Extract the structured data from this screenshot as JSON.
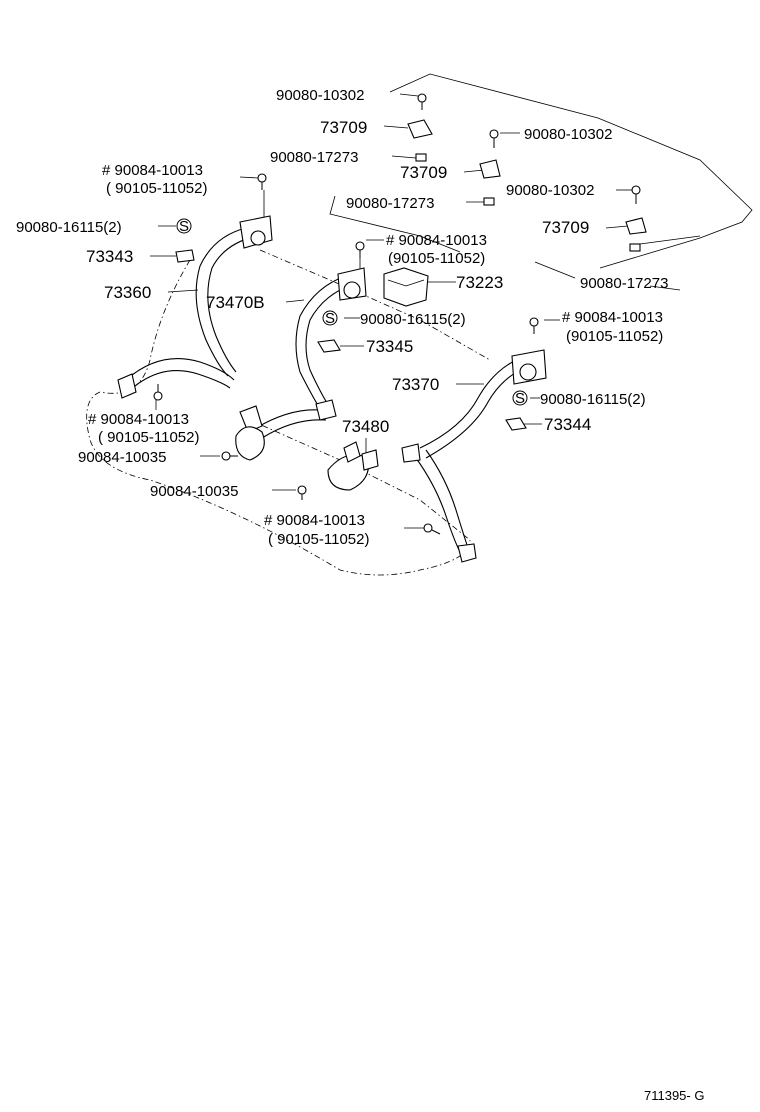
{
  "labels": {
    "p90080_10302_a": "90080-10302",
    "p73709_a": "73709",
    "p90080_17273_a": "90080-17273",
    "p90084_10013_a": "# 90084-10013",
    "p90105_11052_a": "( 90105-11052)",
    "p90080_16115_a": "90080-16115(2)",
    "p73343": "73343",
    "p73360": "73360",
    "p73470B": "73470B",
    "p90080_10302_b": "90080-10302",
    "p73709_b": "73709",
    "p90080_10302_c": "90080-10302",
    "p90080_17273_b": "90080-17273",
    "p73709_c": "73709",
    "p90084_10013_b": "# 90084-10013",
    "p90105_11052_b": "(90105-11052)",
    "p73223": "73223",
    "p90080_17273_c": "90080-17273",
    "p90080_16115_b": "90080-16115(2)",
    "p90084_10013_c": "# 90084-10013",
    "p90105_11052_c": "(90105-11052)",
    "p73345": "73345",
    "p73370": "73370",
    "p90080_16115_c": "90080-16115(2)",
    "p73344": "73344",
    "p90084_10013_d": "# 90084-10013",
    "p90105_11052_d": "( 90105-11052)",
    "p73480": "73480",
    "p90084_10035_a": "90084-10035",
    "p90084_10035_b": "90084-10035",
    "p90084_10013_e": "# 90084-10013",
    "p90105_11052_e": "( 90105-11052)",
    "s_symbol": "S",
    "figure_code": "711395- G"
  }
}
